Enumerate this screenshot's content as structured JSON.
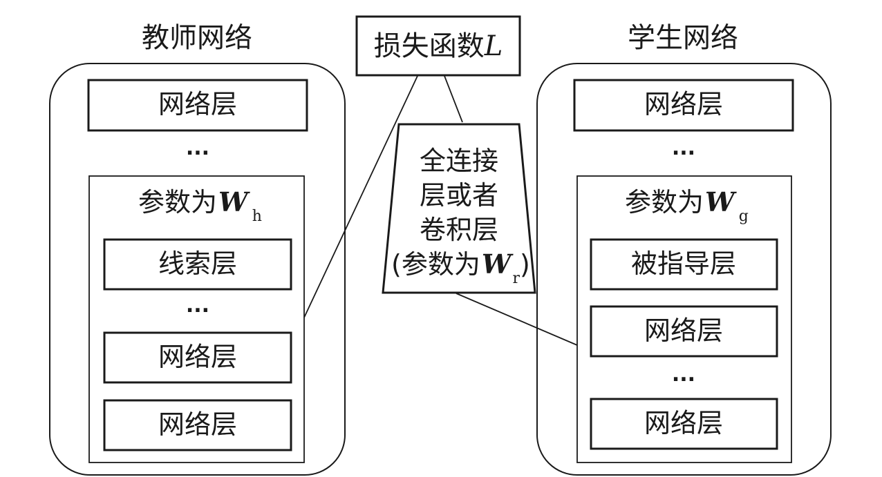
{
  "teacher": {
    "title": "教师网络",
    "top_layer": "网络层",
    "ellipsis_top": "...",
    "param_box": {
      "prefix": "参数为",
      "symbol": "W",
      "subscript": "h"
    },
    "hint_layer": "线索层",
    "ellipsis_inner": "...",
    "layer_a": "网络层",
    "layer_b": "网络层"
  },
  "student": {
    "title": "学生网络",
    "top_layer": "网络层",
    "ellipsis_top": "...",
    "param_box": {
      "prefix": "参数为",
      "symbol": "W",
      "subscript": "g"
    },
    "guided_layer": "被指导层",
    "layer_a": "网络层",
    "ellipsis_inner": "...",
    "layer_b": "网络层"
  },
  "loss": {
    "prefix": "损失函数",
    "symbol": "L"
  },
  "regressor": {
    "line1": "全连接",
    "line2": "层或者",
    "line3": "卷积层",
    "line4_open": "(参数为",
    "symbol": "W",
    "subscript": "r",
    "line4_close": ")"
  },
  "colors": {
    "stroke": "#1a1a1a",
    "background": "#ffffff"
  }
}
